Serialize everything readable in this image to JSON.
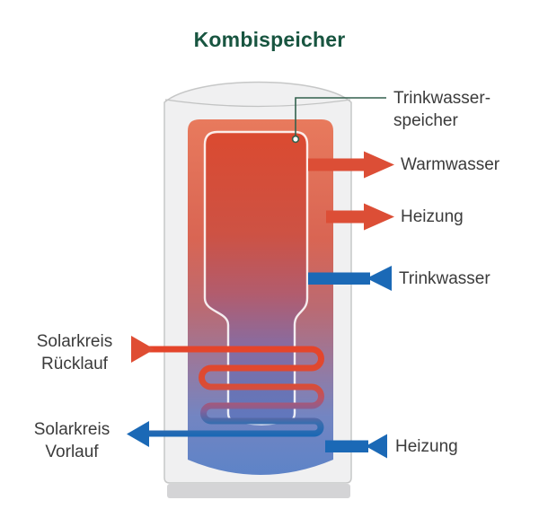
{
  "title": "Kombispeicher",
  "callout": {
    "label_line1": "Trinkwasser-",
    "label_line2": "speicher",
    "target": "inner-tank"
  },
  "ports": {
    "warmwasser": {
      "label": "Warmwasser",
      "direction": "out",
      "color": "#dc4e36"
    },
    "heizung_vorlauf": {
      "label": "Heizung",
      "direction": "out",
      "color": "#dc4e36"
    },
    "trinkwasser_kalt": {
      "label": "Trinkwasser",
      "direction": "in",
      "color": "#1b69b6"
    },
    "solar_ruecklauf": {
      "label_line1": "Solarkreis",
      "label_line2": "Rücklauf",
      "direction": "in",
      "color": "#dc4e36"
    },
    "solar_vorlauf": {
      "label_line1": "Solarkreis",
      "label_line2": "Vorlauf",
      "direction": "out",
      "color": "#1b69b6"
    },
    "heizung_ruecklauf": {
      "label": "Heizung",
      "direction": "in",
      "color": "#1b69b6"
    }
  },
  "colors": {
    "title_green": "#185540",
    "label_text": "#3b3b3b",
    "hot_red": "#dc4e36",
    "cold_blue": "#1b69b6",
    "shell_gray": "#f0f0f1",
    "shell_border": "#c6c7c7",
    "pedestal_gray": "#d4d4d6",
    "gradient_top": "#e87a5d",
    "gradient_bottom": "#5b83c8",
    "leader_green": "#33614e"
  }
}
